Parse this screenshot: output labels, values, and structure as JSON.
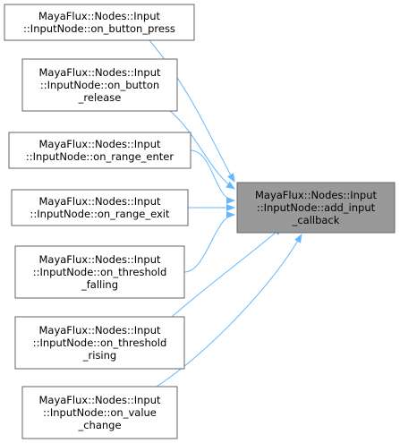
{
  "colors": {
    "node_fill": "#ffffff",
    "node_border": "#666666",
    "target_fill": "#999999",
    "edge": "#63b8ff"
  },
  "callers": [
    {
      "lines": [
        "MayaFlux::Nodes::Input",
        "::InputNode::on_button_press"
      ]
    },
    {
      "lines": [
        "MayaFlux::Nodes::Input",
        "::InputNode::on_button",
        "_release"
      ]
    },
    {
      "lines": [
        "MayaFlux::Nodes::Input",
        "::InputNode::on_range_enter"
      ]
    },
    {
      "lines": [
        "MayaFlux::Nodes::Input",
        "::InputNode::on_range_exit"
      ]
    },
    {
      "lines": [
        "MayaFlux::Nodes::Input",
        "::InputNode::on_threshold",
        "_falling"
      ]
    },
    {
      "lines": [
        "MayaFlux::Nodes::Input",
        "::InputNode::on_threshold",
        "_rising"
      ]
    },
    {
      "lines": [
        "MayaFlux::Nodes::Input",
        "::InputNode::on_value",
        "_change"
      ]
    }
  ],
  "target": {
    "lines": [
      "MayaFlux::Nodes::Input",
      "::InputNode::add_input",
      "_callback"
    ]
  }
}
